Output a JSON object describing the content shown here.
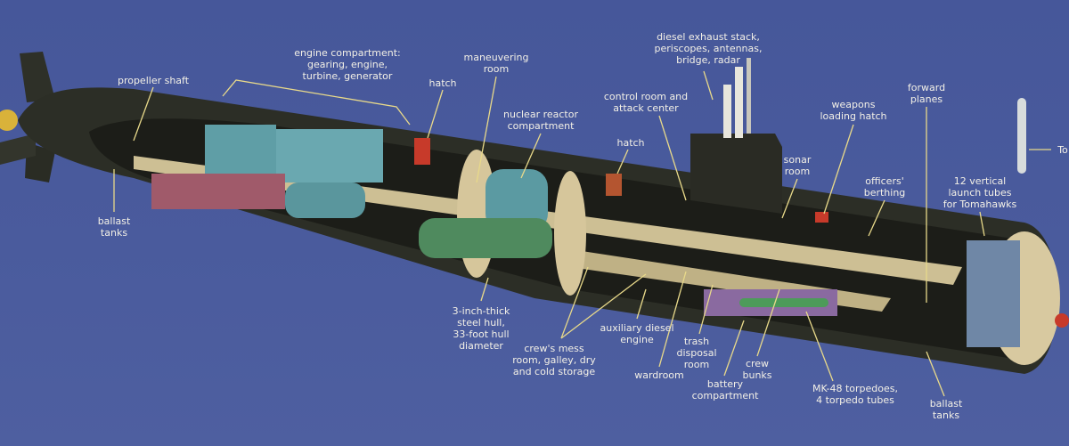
{
  "labels": {
    "propeller_shaft": "propeller shaft",
    "engine_compartment": "engine compartment:\ngearing, engine,\nturbine, generator",
    "hatch_aft": "hatch",
    "maneuvering_room": "maneuvering\nroom",
    "nuclear_reactor": "nuclear reactor\ncompartment",
    "sail_items": "diesel exhaust stack,\nperiscopes, antennas,\nbridge, radar",
    "control_room": "control room and\nattack center",
    "hatch_fwd": "hatch",
    "weapons_hatch": "weapons\nloading hatch",
    "forward_planes": "forward\nplanes",
    "tomahawk_partial": "To",
    "sonar_room": "sonar\nroom",
    "officers_berthing": "officers'\nberthing",
    "launch_tubes": "12 vertical\nlaunch tubes\nfor Tomahawks",
    "ballast_tanks_aft": "ballast\ntanks",
    "hull": "3-inch-thick\nsteel hull,\n33-foot hull\ndiameter",
    "crews_mess": "crew's mess\nroom, galley, dry\nand cold storage",
    "aux_diesel": "auxiliary diesel\nengine",
    "trash_disposal": "trash\ndisposal\nroom",
    "wardroom": "wardroom",
    "battery": "battery\ncompartment",
    "crew_bunks": "crew\nbunks",
    "torpedoes": "MK-48 torpedoes,\n4 torpedo tubes",
    "ballast_tanks_fwd": "ballast\ntanks"
  },
  "colors": {
    "background": "#4a5b9d",
    "hull": "#2c2e26",
    "interior": "#cdbf94",
    "machinery": "#5f9ea6",
    "leader": "#e8d98a"
  }
}
